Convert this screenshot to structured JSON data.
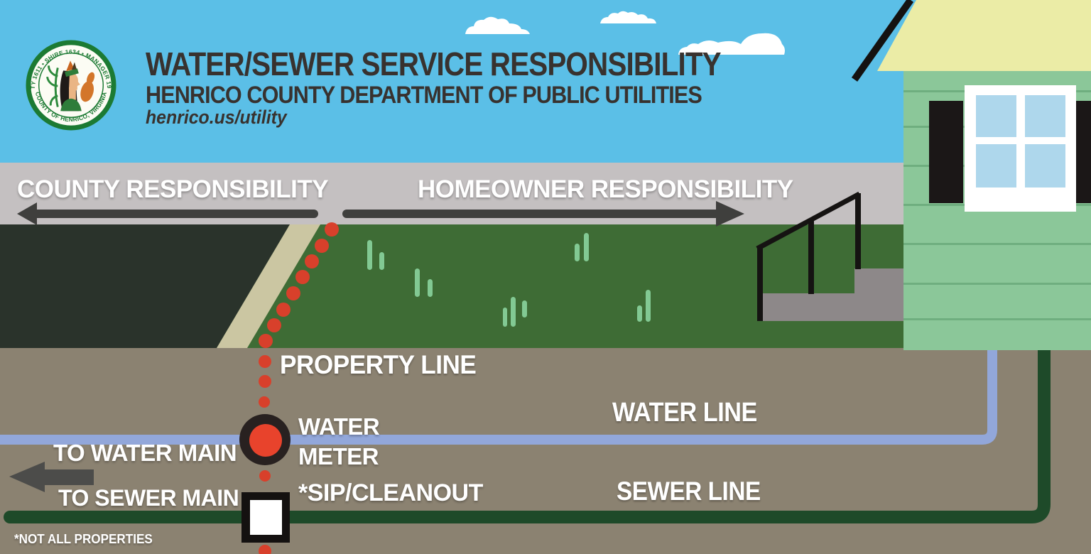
{
  "header": {
    "title": "WATER/SEWER SERVICE RESPONSIBILITY",
    "subtitle": "HENRICO COUNTY DEPARTMENT OF PUBLIC UTILITIES",
    "url": "henrico.us/utility",
    "seal": {
      "top_text": "CITY 1611 • SHIRE 1634 • MANAGER 1934",
      "bottom_text": "COUNTY OF HENRICO, VIRGINIA"
    }
  },
  "zones": {
    "county_label": "COUNTY RESPONSIBILITY",
    "homeowner_label": "HOMEOWNER RESPONSIBILITY"
  },
  "labels": {
    "property_line": "PROPERTY LINE",
    "water_meter_line1": "WATER",
    "water_meter_line2": "METER",
    "water_line": "WATER LINE",
    "sewer_line": "SEWER LINE",
    "to_water_main": "TO WATER MAIN",
    "to_sewer_main": "TO SEWER MAIN",
    "sip_cleanout": "*SIP/CLEANOUT",
    "footnote": "*NOT ALL PROPERTIES"
  },
  "colors": {
    "sky": "#5bbfe7",
    "sidewalk_gray": "#c4c0c1",
    "grass_green": "#3e6c35",
    "road_dark": "#2a332b",
    "path_tan": "#cbc6a2",
    "soil_brown": "#8b8271",
    "water_pipe_blue": "#92a7da",
    "sewer_pipe_green": "#1e4a29",
    "marker_red": "#d8402b",
    "meter_red": "#e8432c",
    "house_siding_green": "#8bc799",
    "roof_yellow": "#ebeca6",
    "window_pane_blue": "#aed7ec",
    "arrow_dark_gray": "#3f3f3d",
    "title_text": "#38322f",
    "label_text": "#ffffff",
    "seal_green": "#1c7a33"
  }
}
